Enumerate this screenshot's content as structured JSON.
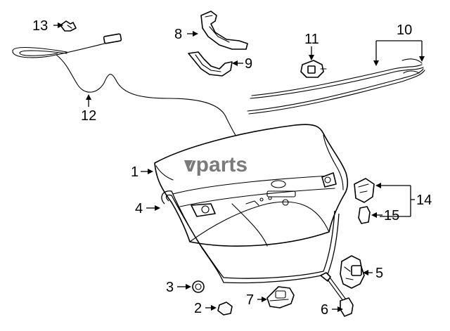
{
  "watermark": {
    "text": "vparts"
  },
  "callouts": [
    {
      "id": "1",
      "label": "1"
    },
    {
      "id": "2",
      "label": "2"
    },
    {
      "id": "3",
      "label": "3"
    },
    {
      "id": "4",
      "label": "4"
    },
    {
      "id": "5",
      "label": "5"
    },
    {
      "id": "6",
      "label": "6"
    },
    {
      "id": "7",
      "label": "7"
    },
    {
      "id": "8",
      "label": "8"
    },
    {
      "id": "9",
      "label": "9"
    },
    {
      "id": "10",
      "label": "10"
    },
    {
      "id": "11",
      "label": "11"
    },
    {
      "id": "12",
      "label": "12"
    },
    {
      "id": "13",
      "label": "13"
    },
    {
      "id": "14",
      "label": "14"
    },
    {
      "id": "15",
      "label": "15"
    }
  ]
}
